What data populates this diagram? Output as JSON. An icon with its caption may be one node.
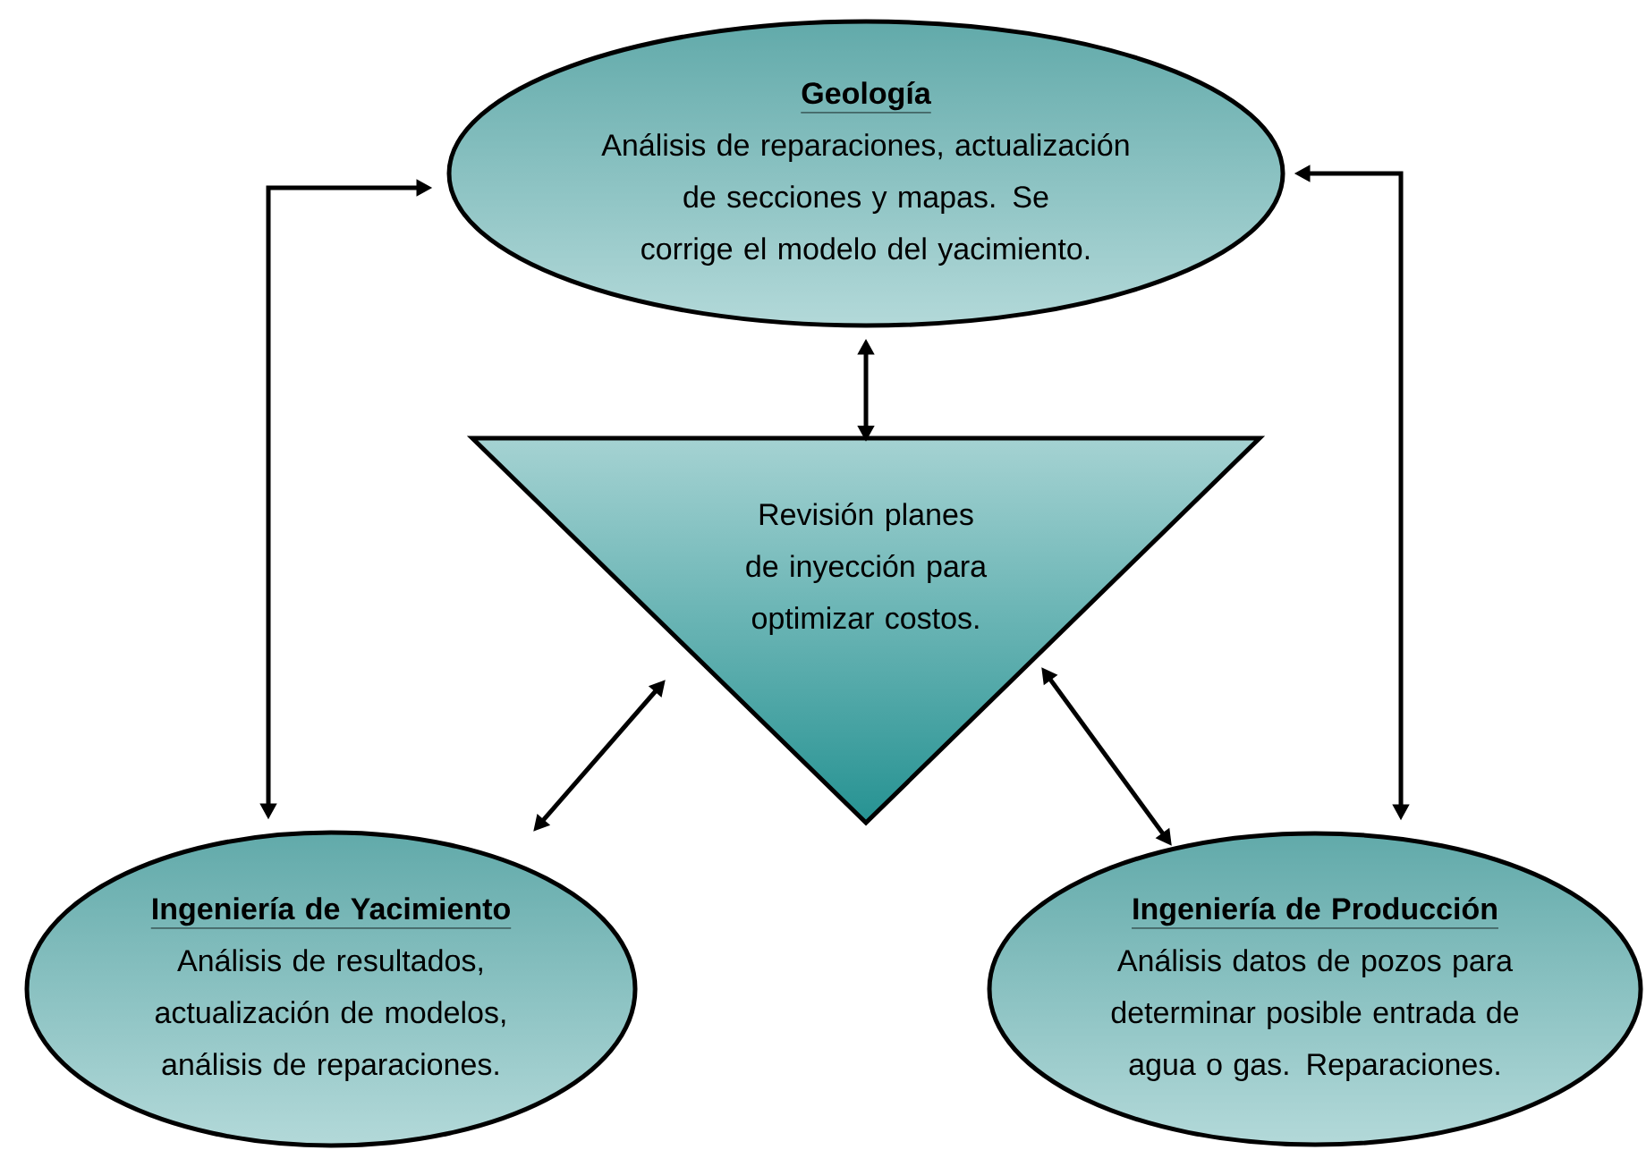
{
  "diagram": {
    "nodes": [
      {
        "text": [
          "Geología",
          "Análisis de reparaciones, actualización de secciones y mapas. Se corrige el modelo del yacimiento."
        ]
      },
      {
        "text": [
          "Revisión planes de inyección para optimizar costos."
        ]
      },
      {
        "text": [
          "Ingeniería de Yacimiento",
          "Análisis de resultados, actualización de modelos, análisis de reparaciones."
        ]
      },
      {
        "text": [
          "Ingeniería de Producción",
          "Análisis datos de pozos para determinar posible entrada de agua o gas. Reparaciones."
        ]
      }
    ],
    "edges": [
      {
        "from": 0,
        "to": 2,
        "arrow": "both"
      },
      {
        "from": 0,
        "to": 3,
        "arrow": "both"
      },
      {
        "from": 0,
        "to": 1,
        "arrow": "both"
      },
      {
        "from": 1,
        "to": 2,
        "arrow": "both"
      },
      {
        "from": 1,
        "to": 3,
        "arrow": "both"
      }
    ]
  }
}
